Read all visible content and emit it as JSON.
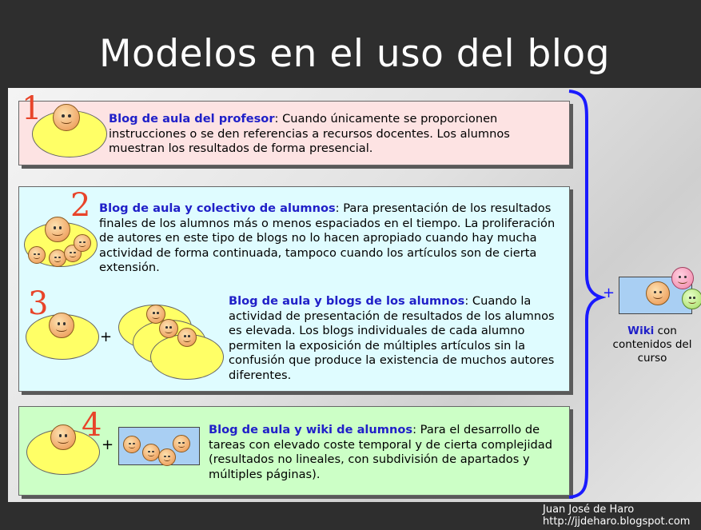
{
  "title": "Modelos en el uso del blog",
  "footer": {
    "name": "Juan José de Haro",
    "url": "http://jjdeharo.blogspot.com"
  },
  "models": [
    {
      "number": "1",
      "title": "Blog de aula del profesor",
      "text": ": Cuando únicamente se proporcionen instrucciones o se den referencias a recursos docentes. Los alumnos muestran los resultados de forma presencial."
    },
    {
      "number": "2",
      "title": "Blog de aula y colectivo de alumnos",
      "text": ": Para presentación de los resultados finales de los alumnos más o menos espaciados en el tiempo. La proliferación de autores en este tipo de blogs no lo hacen apropiado cuando hay mucha actividad de forma continuada, tampoco cuando los artículos son de cierta extensión."
    },
    {
      "number": "3",
      "title": "Blog de aula y blogs de los alumnos",
      "text": ": Cuando la actividad de presentación de resultados de los alumnos es elevada. Los blogs individuales de cada alumno permiten la exposición de múltiples artículos sin la confusión que produce la existencia de muchos autores diferentes."
    },
    {
      "number": "4",
      "title": "Blog de aula y wiki de alumnos",
      "text": ": Para el desarrollo de tareas con elevado coste temporal y de cierta complejidad (resultados no lineales, con subdivisión de apartados y múltiples páginas)."
    }
  ],
  "plus": "+",
  "side": {
    "title": "Wiki",
    "text": " con contenidos del curso"
  },
  "colors": {
    "header": "#2e2e2e",
    "highlight": "#2020c8",
    "number": "#e8442a",
    "box1": "#fde3e3",
    "box2": "#dffcff",
    "box4": "#ccffc6",
    "brace": "#1a1aff"
  }
}
